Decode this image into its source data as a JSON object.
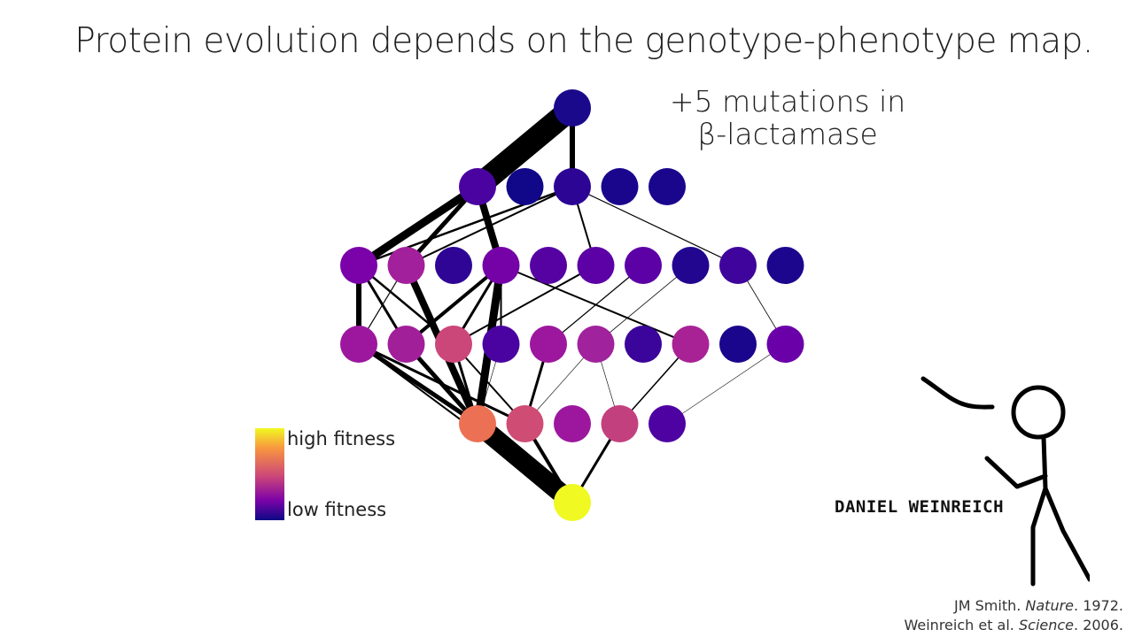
{
  "title": "Protein evolution depends on the genotype-phenotype map.",
  "annotation": {
    "line1": "+5 mutations in",
    "line2": "β-lactamase"
  },
  "legend": {
    "high": "high fitness",
    "low": "low fitness"
  },
  "person": {
    "name": "DANIEL WEINREICH"
  },
  "references": [
    {
      "pre": "JM Smith. ",
      "journal": "Nature",
      "post": ". 1972."
    },
    {
      "pre": "Weinreich et al. ",
      "journal": "Science",
      "post": ". 2006."
    }
  ],
  "network": {
    "nodes": [
      {
        "id": "a0",
        "level": 0,
        "pos": 0,
        "color": "#1a0a8b"
      },
      {
        "id": "b0",
        "level": 1,
        "pos": 0,
        "color": "#4a02a0"
      },
      {
        "id": "b1",
        "level": 1,
        "pos": 1,
        "color": "#110789"
      },
      {
        "id": "b2",
        "level": 1,
        "pos": 2,
        "color": "#2c0594"
      },
      {
        "id": "b3",
        "level": 1,
        "pos": 3,
        "color": "#1a068c"
      },
      {
        "id": "b4",
        "level": 1,
        "pos": 4,
        "color": "#1a068c"
      },
      {
        "id": "c0",
        "level": 2,
        "pos": 0,
        "color": "#7a02a8"
      },
      {
        "id": "c1",
        "level": 2,
        "pos": 1,
        "color": "#a2209c"
      },
      {
        "id": "c2",
        "level": 2,
        "pos": 2,
        "color": "#2f0596"
      },
      {
        "id": "c3",
        "level": 2,
        "pos": 3,
        "color": "#7402a7"
      },
      {
        "id": "c4",
        "level": 2,
        "pos": 4,
        "color": "#5602a3"
      },
      {
        "id": "c5",
        "level": 2,
        "pos": 5,
        "color": "#5c01a6"
      },
      {
        "id": "c6",
        "level": 2,
        "pos": 6,
        "color": "#5c01a6"
      },
      {
        "id": "c7",
        "level": 2,
        "pos": 7,
        "color": "#22068f"
      },
      {
        "id": "c8",
        "level": 2,
        "pos": 8,
        "color": "#3f049c"
      },
      {
        "id": "c9",
        "level": 2,
        "pos": 9,
        "color": "#1c068d"
      },
      {
        "id": "d0",
        "level": 3,
        "pos": 0,
        "color": "#9c179e"
      },
      {
        "id": "d1",
        "level": 3,
        "pos": 1,
        "color": "#a21f9a"
      },
      {
        "id": "d2",
        "level": 3,
        "pos": 2,
        "color": "#cb4679"
      },
      {
        "id": "d3",
        "level": 3,
        "pos": 3,
        "color": "#4a02a0"
      },
      {
        "id": "d4",
        "level": 3,
        "pos": 4,
        "color": "#9c179e"
      },
      {
        "id": "d5",
        "level": 3,
        "pos": 5,
        "color": "#a0229c"
      },
      {
        "id": "d6",
        "level": 3,
        "pos": 6,
        "color": "#3b049a"
      },
      {
        "id": "d7",
        "level": 3,
        "pos": 7,
        "color": "#a82296"
      },
      {
        "id": "d8",
        "level": 3,
        "pos": 8,
        "color": "#1a068c"
      },
      {
        "id": "d9",
        "level": 3,
        "pos": 9,
        "color": "#6a00a8"
      },
      {
        "id": "e0",
        "level": 4,
        "pos": 0,
        "color": "#ec7053"
      },
      {
        "id": "e1",
        "level": 4,
        "pos": 1,
        "color": "#cf4c74"
      },
      {
        "id": "e2",
        "level": 4,
        "pos": 2,
        "color": "#9c179e"
      },
      {
        "id": "e3",
        "level": 4,
        "pos": 3,
        "color": "#c3407f"
      },
      {
        "id": "e4",
        "level": 4,
        "pos": 4,
        "color": "#4e02a2"
      },
      {
        "id": "f0",
        "level": 5,
        "pos": 0,
        "color": "#f0f921"
      }
    ],
    "edges": [
      {
        "from": "a0",
        "to": "b0",
        "weight": 26
      },
      {
        "from": "a0",
        "to": "b2",
        "weight": 6
      },
      {
        "from": "b0",
        "to": "c0",
        "weight": 9
      },
      {
        "from": "b0",
        "to": "c1",
        "weight": 5
      },
      {
        "from": "b0",
        "to": "c3",
        "weight": 8
      },
      {
        "from": "b2",
        "to": "c0",
        "weight": 2.5
      },
      {
        "from": "b2",
        "to": "c1",
        "weight": 2
      },
      {
        "from": "b2",
        "to": "c5",
        "weight": 2
      },
      {
        "from": "b2",
        "to": "c8",
        "weight": 1.2
      },
      {
        "from": "c0",
        "to": "d0",
        "weight": 6
      },
      {
        "from": "c0",
        "to": "d1",
        "weight": 3
      },
      {
        "from": "c0",
        "to": "d2",
        "weight": 2.5
      },
      {
        "from": "c1",
        "to": "d0",
        "weight": 1.2
      },
      {
        "from": "c1",
        "to": "e0",
        "weight": 8
      },
      {
        "from": "c3",
        "to": "d1",
        "weight": 4
      },
      {
        "from": "c3",
        "to": "d2",
        "weight": 3
      },
      {
        "from": "c3",
        "to": "d3",
        "weight": 2
      },
      {
        "from": "c3",
        "to": "e0",
        "weight": 9
      },
      {
        "from": "c3",
        "to": "d7",
        "weight": 2
      },
      {
        "from": "c5",
        "to": "d2",
        "weight": 2
      },
      {
        "from": "c6",
        "to": "d4",
        "weight": 1.2
      },
      {
        "from": "c7",
        "to": "d5",
        "weight": 0.8
      },
      {
        "from": "c8",
        "to": "d9",
        "weight": 0.8
      },
      {
        "from": "d0",
        "to": "e0",
        "weight": 5
      },
      {
        "from": "d0",
        "to": "e1",
        "weight": 3
      },
      {
        "from": "d0",
        "to": "f0",
        "weight": 2
      },
      {
        "from": "d1",
        "to": "e0",
        "weight": 5
      },
      {
        "from": "d2",
        "to": "e0",
        "weight": 3
      },
      {
        "from": "d2",
        "to": "e1",
        "weight": 2
      },
      {
        "from": "d3",
        "to": "e0",
        "weight": 0.6
      },
      {
        "from": "d4",
        "to": "e1",
        "weight": 3
      },
      {
        "from": "d5",
        "to": "e1",
        "weight": 0.6
      },
      {
        "from": "d5",
        "to": "e3",
        "weight": 0.6
      },
      {
        "from": "d7",
        "to": "e3",
        "weight": 1.5
      },
      {
        "from": "d9",
        "to": "e4",
        "weight": 0.6
      },
      {
        "from": "e0",
        "to": "f0",
        "weight": 22
      },
      {
        "from": "e1",
        "to": "f0",
        "weight": 4
      },
      {
        "from": "e3",
        "to": "f0",
        "weight": 3
      }
    ]
  }
}
